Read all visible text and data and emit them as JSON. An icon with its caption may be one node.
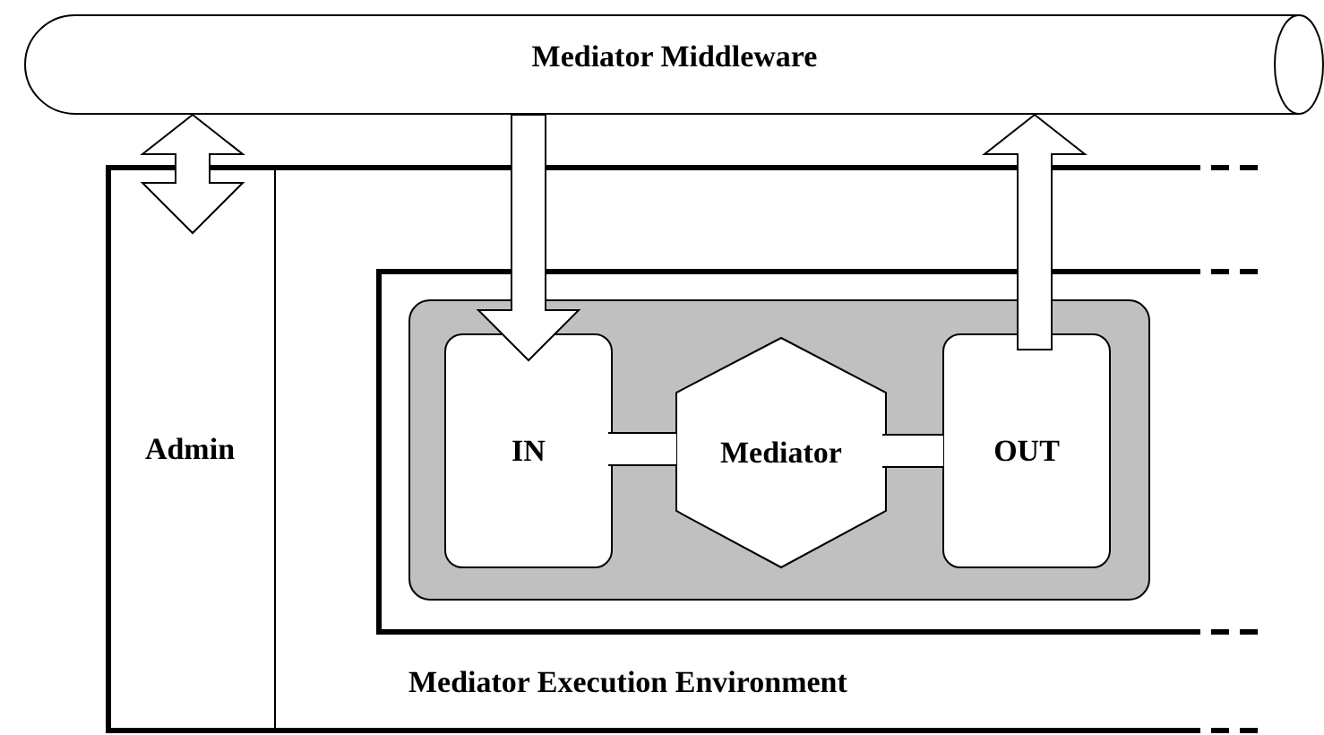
{
  "diagram": {
    "nodes": [
      {
        "text": [
          "Mediator Middleware"
        ]
      },
      {
        "text": [
          "Mediator Execution Environment"
        ]
      },
      {
        "text": [
          "Admin"
        ],
        "in": 1
      },
      {
        "text": [],
        "shape": "box",
        "in": 1
      },
      {
        "text": [],
        "shape": "box",
        "in": 3
      },
      {
        "text": [
          "IN"
        ],
        "in": 4
      },
      {
        "text": [
          "Mediator"
        ],
        "in": 4
      },
      {
        "text": [
          "OUT"
        ],
        "in": 4
      }
    ],
    "edges": [
      {
        "from": 0,
        "to": 2,
        "arrow": "both",
        "style": "thick"
      },
      {
        "from": 0,
        "to": 5,
        "arrow": "to",
        "style": "thick"
      },
      {
        "from": 7,
        "to": 0,
        "arrow": "to",
        "style": "thick"
      },
      {
        "from": 5,
        "to": 6,
        "arrow": "none",
        "style": "thick"
      },
      {
        "from": 6,
        "to": 7,
        "arrow": "none",
        "style": "thick"
      }
    ]
  }
}
